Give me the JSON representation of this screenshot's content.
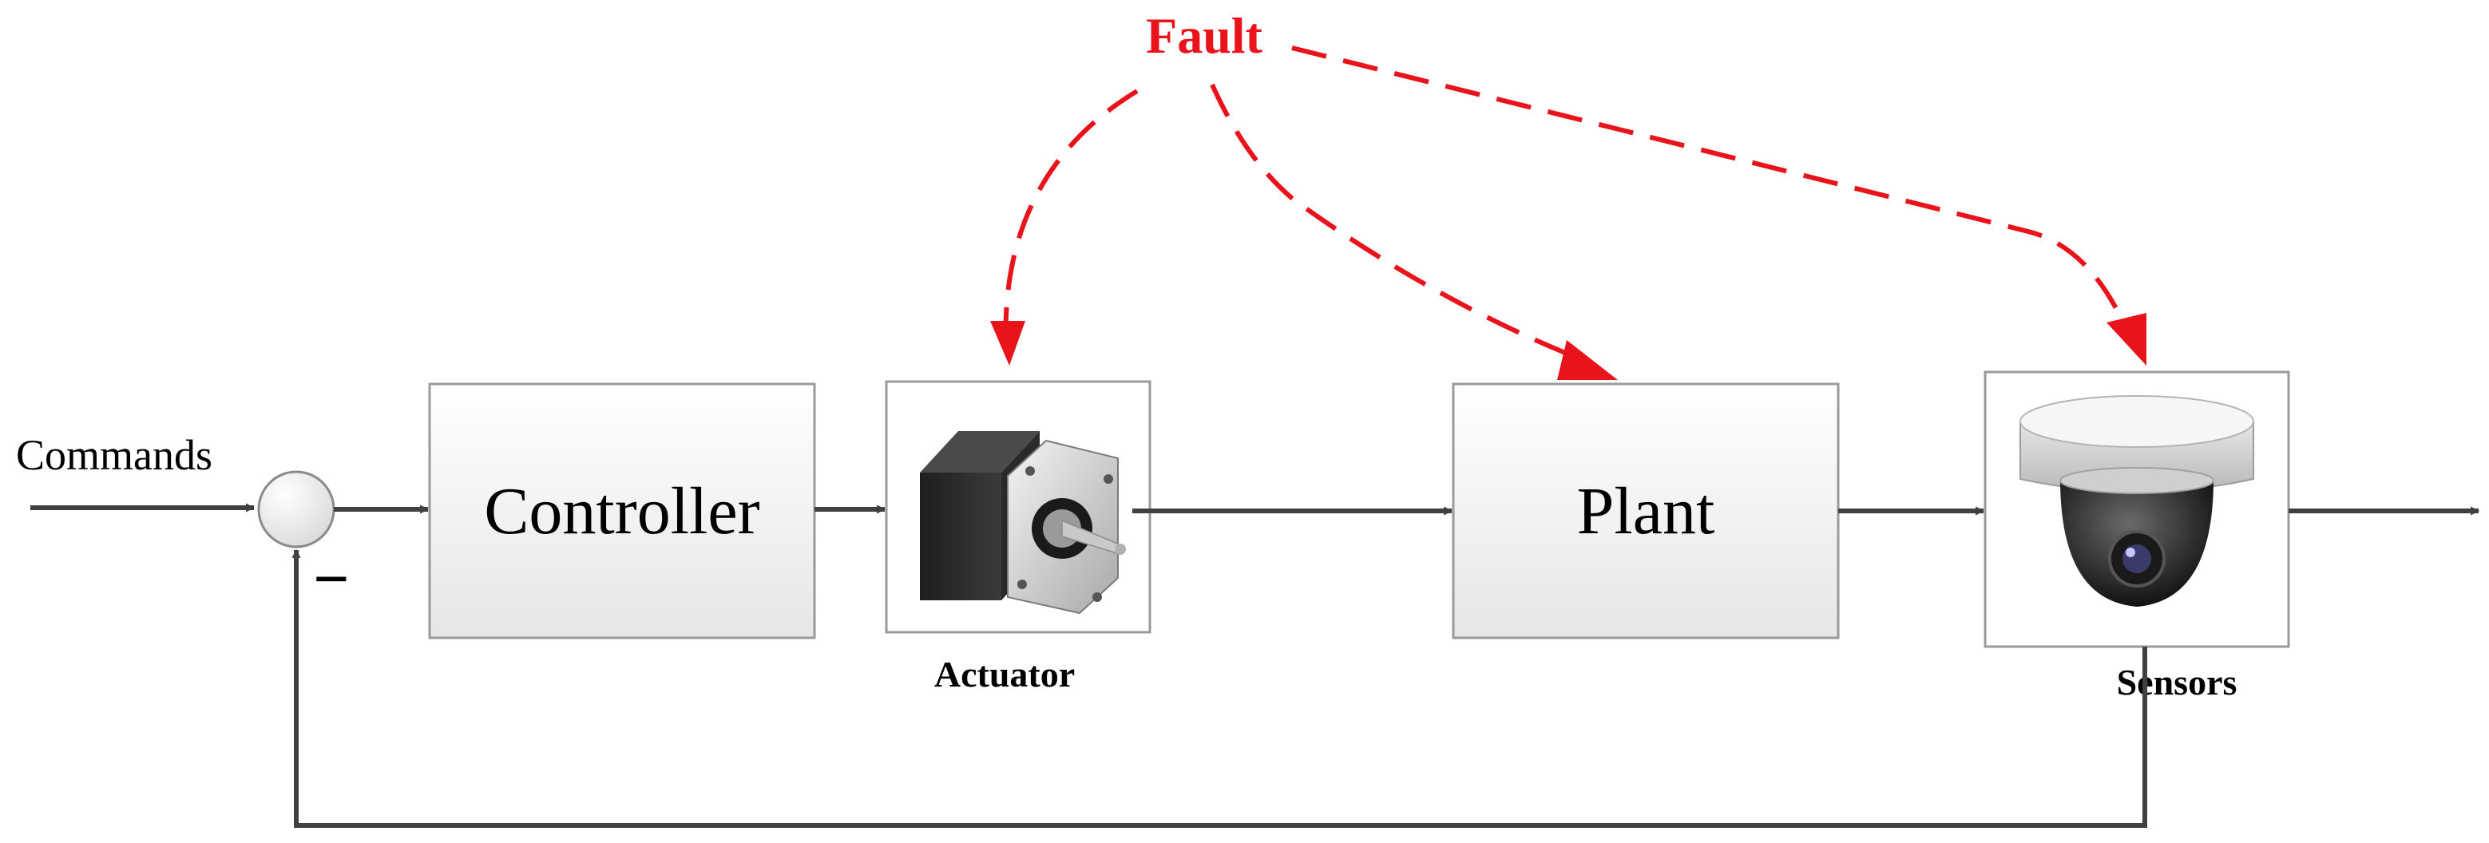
{
  "diagram": {
    "input_label": "Commands",
    "feedback_sign": "−",
    "fault_label": "Fault",
    "blocks": {
      "controller": "Controller",
      "actuator": "Actuator",
      "plant": "Plant",
      "sensors": "Sensors"
    }
  },
  "colors": {
    "fault": "#e8131b",
    "wire": "#404040",
    "block_fill_top": "#ffffff",
    "block_fill_bottom": "#e9e9e9",
    "block_border": "#9a9a9a"
  },
  "icons": {
    "actuator": "stepper-motor-icon",
    "sensors": "dome-camera-icon"
  }
}
